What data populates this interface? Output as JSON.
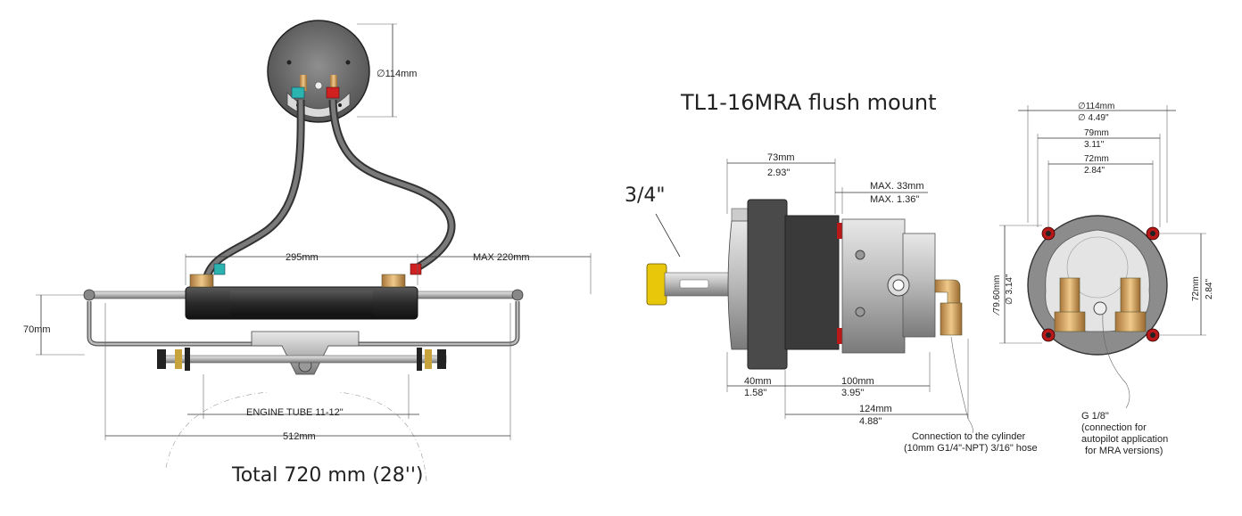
{
  "title": "TL1-16MRA flush mount",
  "left_view": {
    "head_diameter": "∅114mm",
    "hole_spacing": "295mm",
    "max_extension": "MAX 220mm",
    "height": "70mm",
    "engine_tube": "ENGINE TUBE 11-12\"",
    "overall_width": "512mm",
    "total": "Total 720 mm (28'')"
  },
  "side_view": {
    "shaft_size": "3/4\"",
    "dim_73_mm": "73mm",
    "dim_73_in": "2.93\"",
    "max_mm": "MAX. 33mm",
    "max_in": "MAX. 1.36\"",
    "dim_40_mm": "40mm",
    "dim_40_in": "1.58\"",
    "dim_100_mm": "100mm",
    "dim_100_in": "3.95\"",
    "dim_124_mm": "124mm",
    "dim_124_in": "4.88\"",
    "cyl_note_1": "Connection to the cylinder",
    "cyl_note_2": "(10mm G1/4\"-NPT) 3/16\" hose"
  },
  "front_view": {
    "d114_mm": "∅114mm",
    "d114_in": "∅ 4.49\"",
    "d79_mm": "79mm",
    "d79_in": "3.11\"",
    "d72_mm": "72mm",
    "d72_in": "2.84\"",
    "pcd_mm": "∕79.60mm",
    "pcd_in": "∅ 3.14\"",
    "v72_mm": "72mm",
    "v72_in": "2.84\"",
    "g_note_1": "G 1/8\"",
    "g_note_2": "(connection for",
    "g_note_3": "autopilot application",
    "g_note_4": "for MRA versions)"
  }
}
